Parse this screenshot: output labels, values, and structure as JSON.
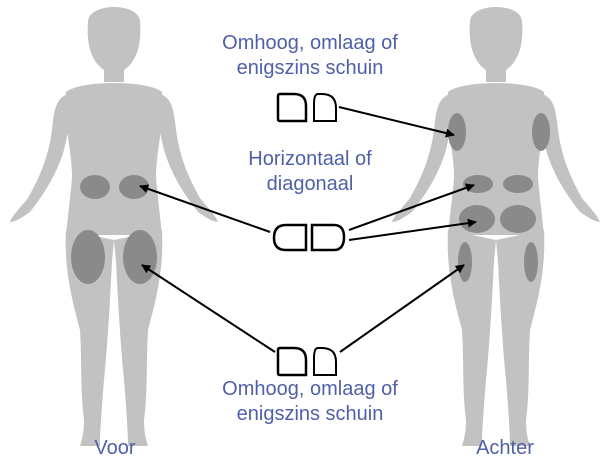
{
  "labels": {
    "top": [
      "Omhoog, omlaag of",
      "enigszins schuin"
    ],
    "middle": [
      "Horizontaal of",
      "diagonaal"
    ],
    "bottom": [
      "Omhoog, omlaag of",
      "enigszins schuin"
    ],
    "front": "Voor",
    "back": "Achter"
  },
  "colors": {
    "body": "#c2c2c2",
    "injection_zone": "#8a8a8a",
    "label_text": "#5060a8",
    "arrow": "#000000"
  },
  "icons": {
    "device_vertical": "pen-device-vertical-icon",
    "device_horizontal": "pen-device-horizontal-icon"
  }
}
